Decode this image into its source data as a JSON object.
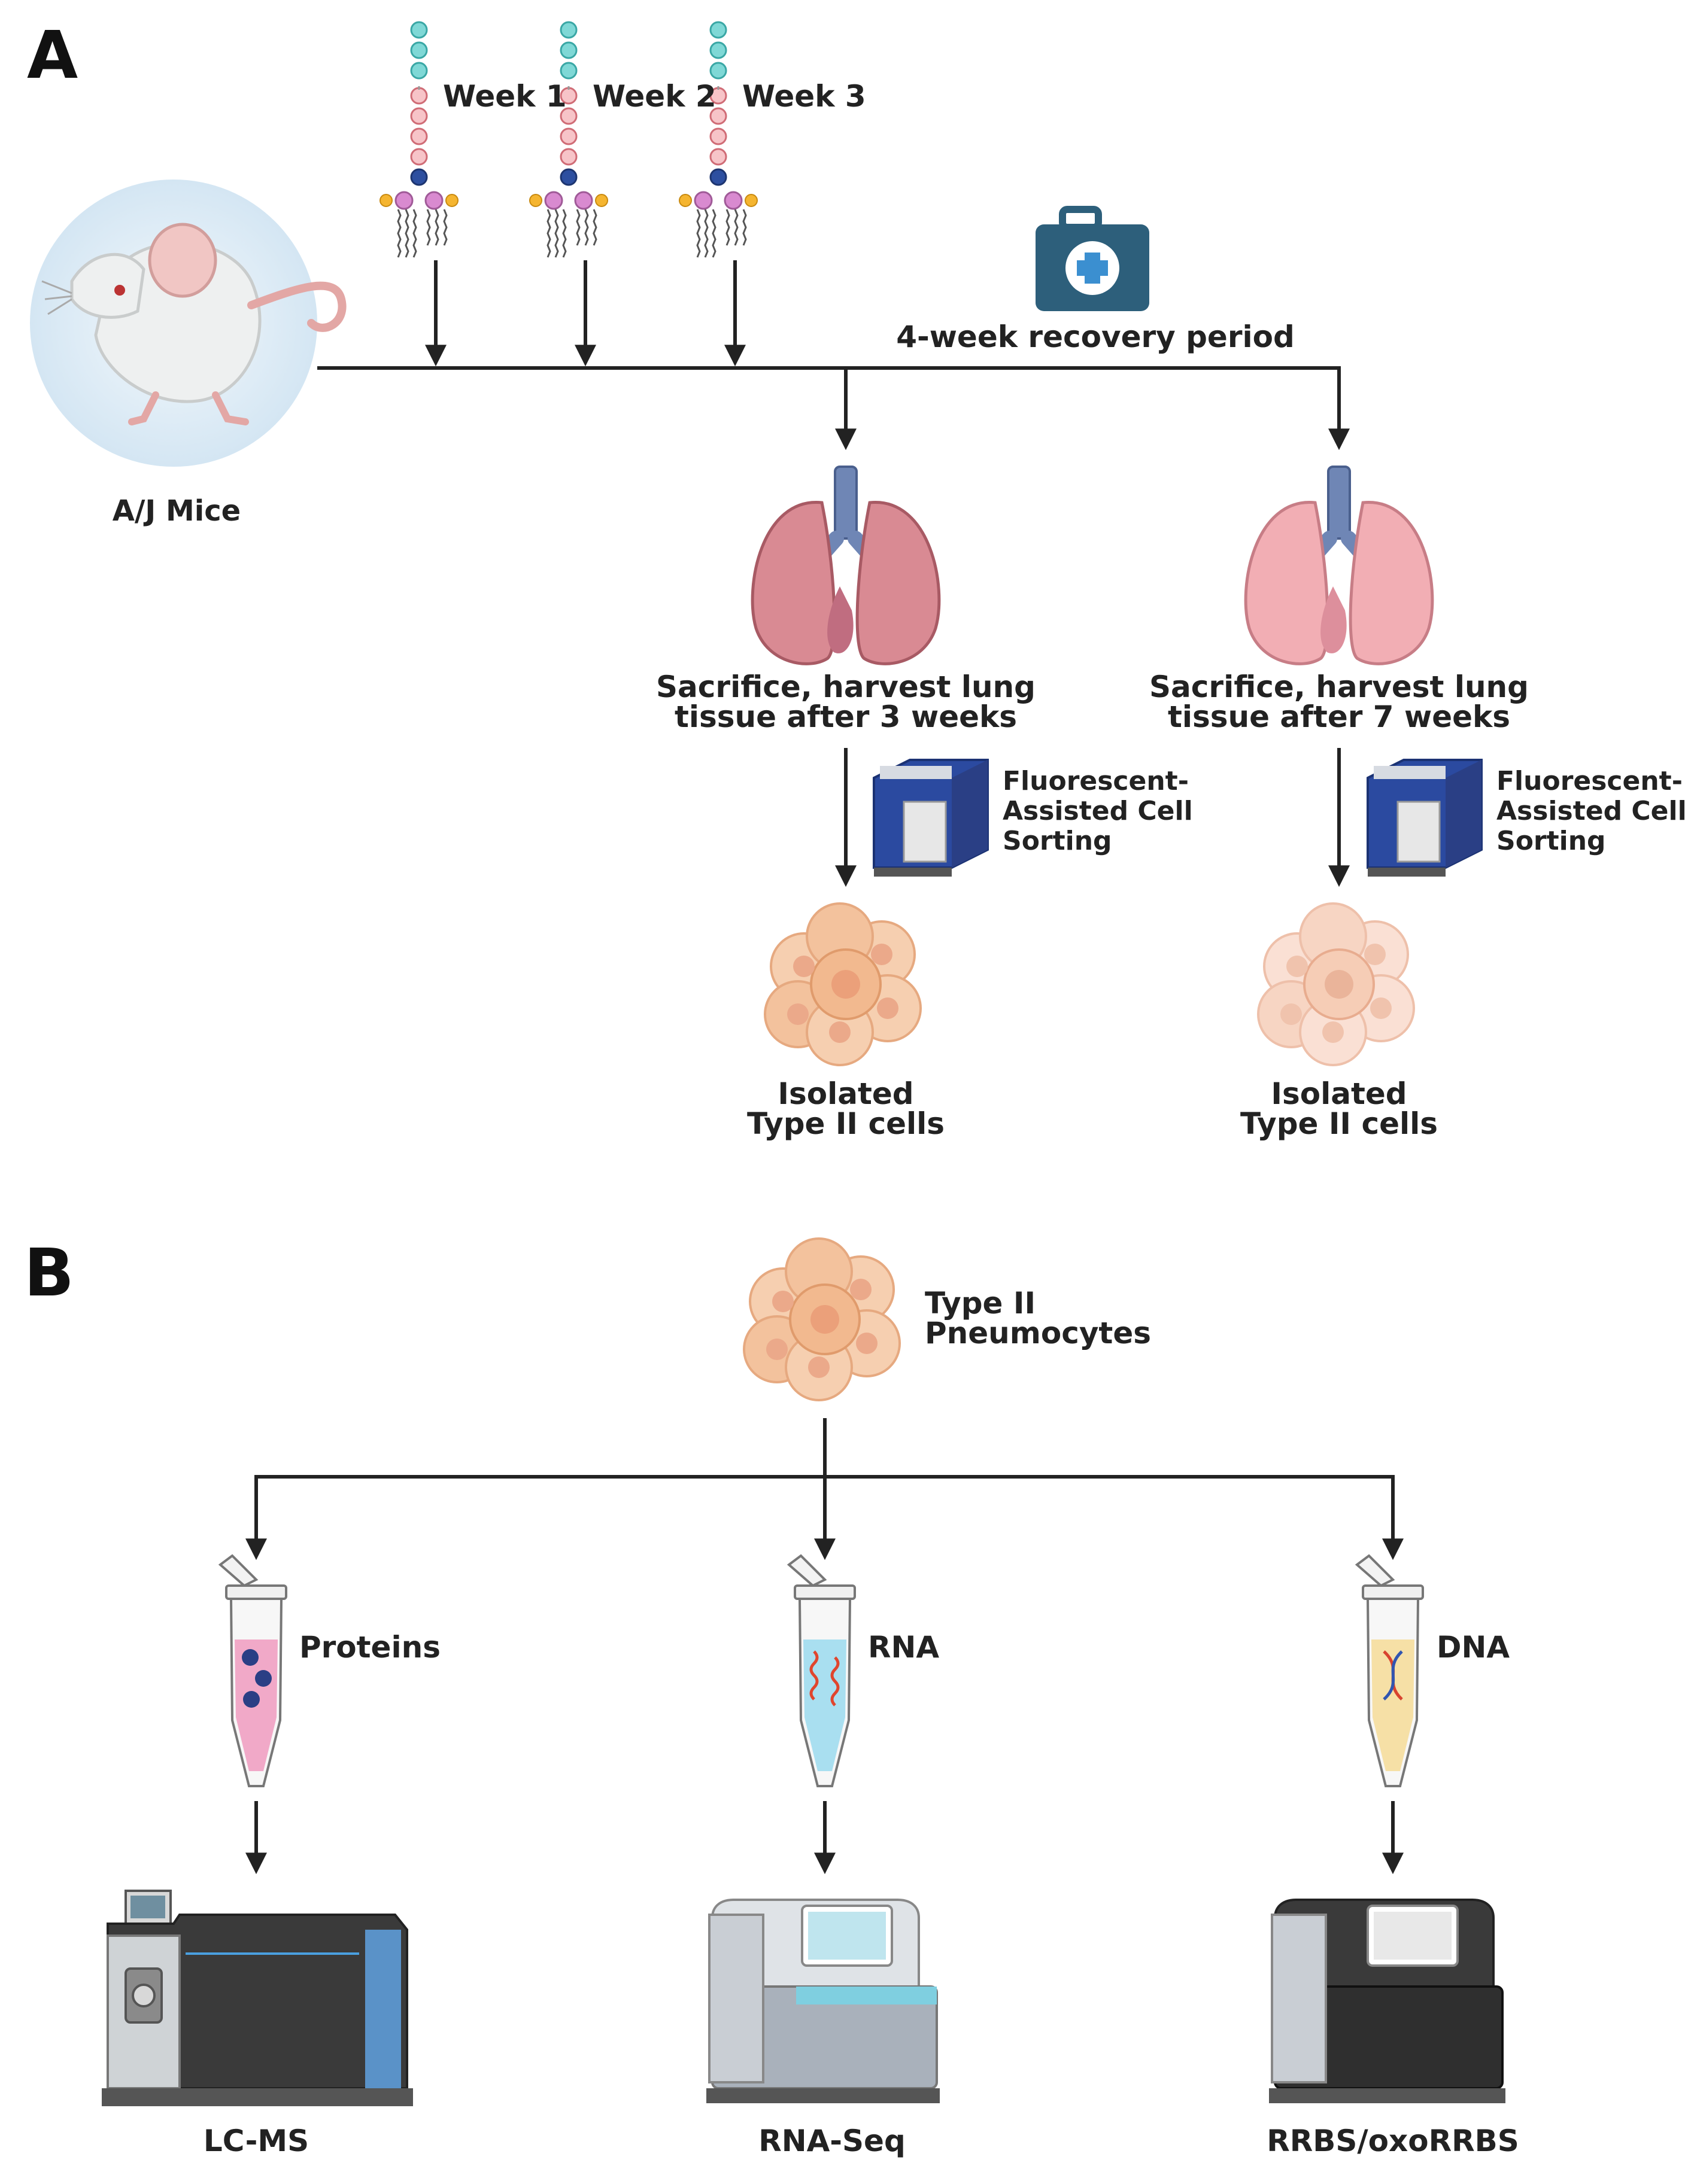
{
  "panel_a": {
    "label": "A",
    "subject_label": "A/J Mice",
    "doses": [
      {
        "label": "Week 1"
      },
      {
        "label": "Week 2"
      },
      {
        "label": "Week 3"
      }
    ],
    "recovery_label": "4-week recovery period",
    "branches": [
      {
        "sacrifice_line1": "Sacrifice, harvest lung",
        "sacrifice_line2": "tissue after 3 weeks",
        "facs_line1": "Fluorescent-",
        "facs_line2": "Assisted Cell",
        "facs_line3": "Sorting",
        "cells_line1": "Isolated",
        "cells_line2": "Type II cells"
      },
      {
        "sacrifice_line1": "Sacrifice, harvest lung",
        "sacrifice_line2": "tissue after 7 weeks",
        "facs_line1": "Fluorescent-",
        "facs_line2": "Assisted Cell",
        "facs_line3": "Sorting",
        "cells_line1": "Isolated",
        "cells_line2": "Type II cells"
      }
    ]
  },
  "panel_b": {
    "label": "B",
    "source_line1": "Type II",
    "source_line2": "Pneumocytes",
    "analytes": [
      {
        "label": "Proteins",
        "method": "LC-MS"
      },
      {
        "label": "RNA",
        "method": "RNA-Seq"
      },
      {
        "label": "DNA",
        "method": "RRBS/oxoRRBS"
      }
    ]
  },
  "colors": {
    "arrow": "#222222",
    "mouse_bg": "#dcebf6",
    "lung_dark": "#d98a93",
    "lung_light": "#f2aeb4",
    "airway": "#6f86b5",
    "kit": "#2d5f7b",
    "facs": "#2b4aa0",
    "cells_dark": "#f2b98f",
    "cells_light": "#f6cdb6",
    "tube_protein": "#f1a9c8",
    "tube_rna": "#a9dff0",
    "tube_dna": "#f6e0a6",
    "instrument_dark": "#3a3a3a",
    "instrument_light": "#c9ced4"
  }
}
